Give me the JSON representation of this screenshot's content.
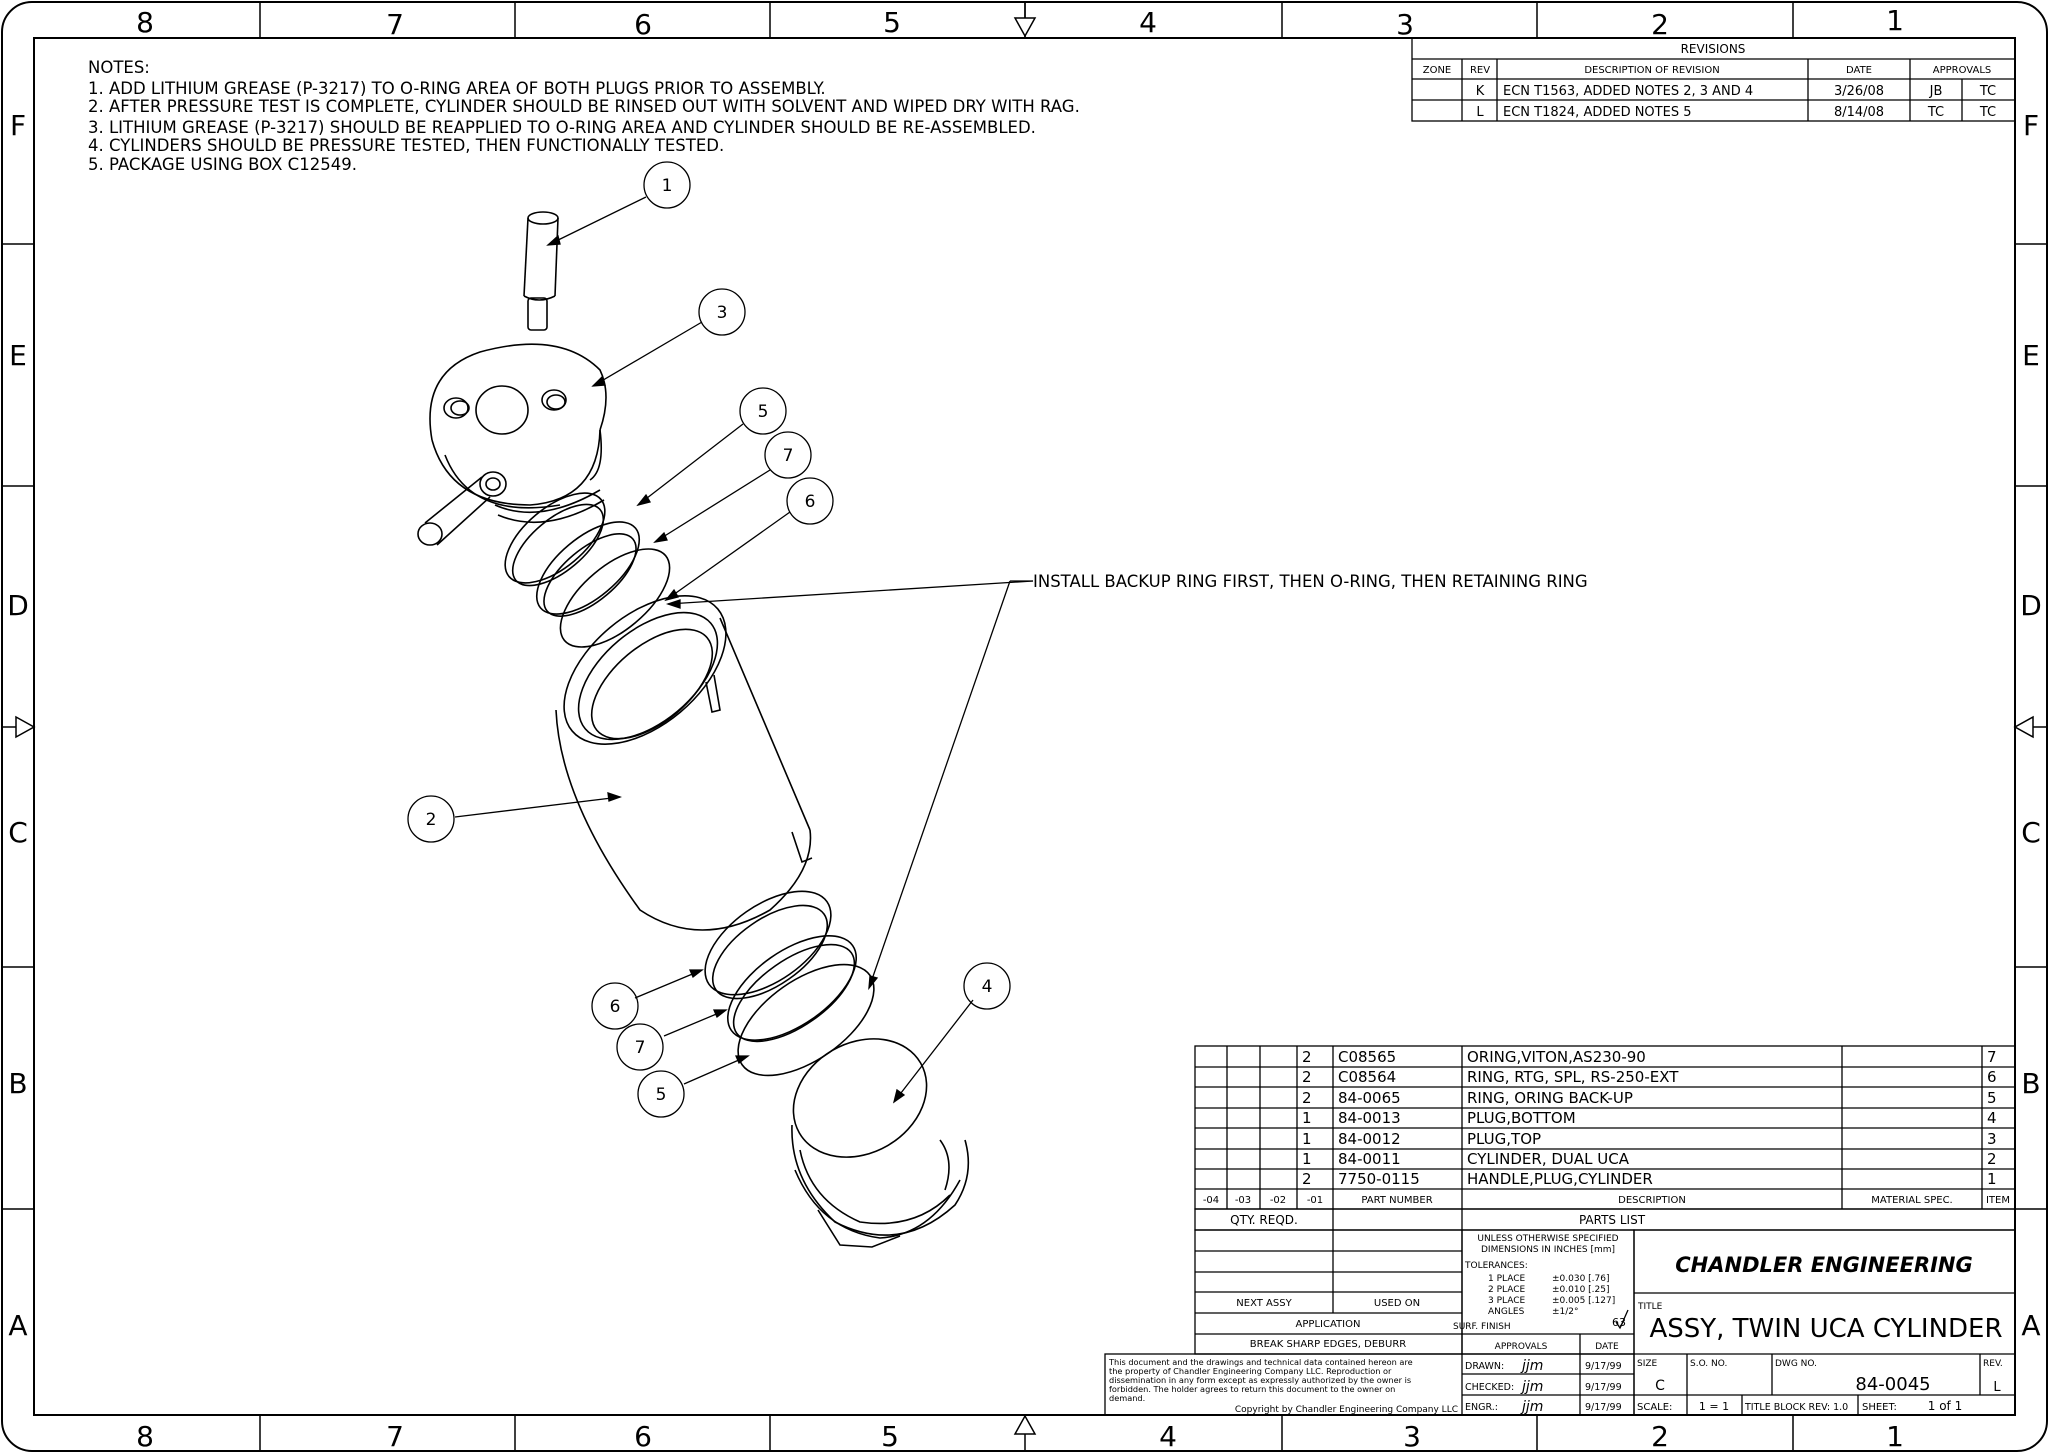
{
  "border": {
    "columns": [
      "8",
      "7",
      "6",
      "5",
      "4",
      "3",
      "2",
      "1"
    ],
    "rows": [
      "F",
      "E",
      "D",
      "C",
      "B",
      "A"
    ]
  },
  "notes": {
    "heading": "NOTES:",
    "items": [
      "1. ADD LITHIUM GREASE (P-3217) TO O-RING AREA OF BOTH PLUGS PRIOR TO ASSEMBLY.",
      "2. AFTER PRESSURE TEST IS COMPLETE, CYLINDER SHOULD BE RINSED OUT WITH SOLVENT AND WIPED DRY WITH RAG.",
      "3. LITHIUM GREASE (P-3217)  SHOULD BE REAPPLIED TO O-RING AREA AND CYLINDER SHOULD BE RE-ASSEMBLED.",
      "4. CYLINDERS SHOULD BE PRESSURE TESTED, THEN FUNCTIONALLY TESTED.",
      "5. PACKAGE USING BOX C12549."
    ]
  },
  "revisions": {
    "title": "REVISIONS",
    "headers": [
      "ZONE",
      "REV",
      "DESCRIPTION OF REVISION",
      "DATE",
      "APPROVALS"
    ],
    "rows": [
      {
        "zone": "",
        "rev": "K",
        "desc": "ECN T1563, ADDED NOTES 2, 3 AND 4",
        "date": "3/26/08",
        "appr1": "JB",
        "appr2": "TC"
      },
      {
        "zone": "",
        "rev": "L",
        "desc": "ECN T1824, ADDED NOTES 5",
        "date": "8/14/08",
        "appr1": "TC",
        "appr2": "TC"
      }
    ]
  },
  "callout_note": "INSTALL BACKUP RING FIRST, THEN O-RING, THEN RETAINING RING",
  "balloons": [
    "1",
    "3",
    "5",
    "7",
    "6",
    "2",
    "6",
    "7",
    "5",
    "4"
  ],
  "parts_list": {
    "rows": [
      {
        "qty": "2",
        "part": "C08565",
        "desc": "ORING,VITON,AS230-90",
        "item": "7"
      },
      {
        "qty": "2",
        "part": "C08564",
        "desc": "RING, RTG, SPL, RS-250-EXT",
        "item": "6"
      },
      {
        "qty": "2",
        "part": "84-0065",
        "desc": "RING, ORING BACK-UP",
        "item": "5"
      },
      {
        "qty": "1",
        "part": "84-0013",
        "desc": "PLUG,BOTTOM",
        "item": "4"
      },
      {
        "qty": "1",
        "part": "84-0012",
        "desc": "PLUG,TOP",
        "item": "3"
      },
      {
        "qty": "1",
        "part": "84-0011",
        "desc": "CYLINDER, DUAL UCA",
        "item": "2"
      },
      {
        "qty": "2",
        "part": "7750-0115",
        "desc": "HANDLE,PLUG,CYLINDER",
        "item": "1"
      }
    ],
    "header": {
      "c04": "-04",
      "c03": "-03",
      "c02": "-02",
      "c01": "-01",
      "part": "PART NUMBER",
      "desc": "DESCRIPTION",
      "material": "MATERIAL SPEC.",
      "item": "ITEM"
    },
    "qty_reqd": "QTY. REQD.",
    "title": "PARTS LIST"
  },
  "title_block": {
    "next_assy": "NEXT ASSY",
    "used_on": "USED ON",
    "application": "APPLICATION",
    "break_edges": "BREAK SHARP EDGES, DEBURR",
    "unless": "UNLESS OTHERWISE SPECIFIED",
    "dimensions": "DIMENSIONS IN INCHES [mm]",
    "tolerances": "TOLERANCES:",
    "tol_rows": [
      {
        "label": "1 PLACE",
        "value": "±0.030 [.76]"
      },
      {
        "label": "2 PLACE",
        "value": "±0.010 [.25]"
      },
      {
        "label": "3 PLACE",
        "value": "±0.005 [.127]"
      },
      {
        "label": "ANGLES",
        "value": "±1/2°"
      },
      {
        "label": "SURF. FINISH",
        "value": "63"
      }
    ],
    "approvals": "APPROVALS",
    "date_h": "DATE",
    "sign_rows": [
      {
        "label": "DRAWN:",
        "initials": "jjm",
        "date": "9/17/99"
      },
      {
        "label": "CHECKED:",
        "initials": "jjm",
        "date": "9/17/99"
      },
      {
        "label": "ENGR.:",
        "initials": "jjm",
        "date": "9/17/99"
      }
    ],
    "company": "CHANDLER ENGINEERING",
    "title_label": "TITLE",
    "title": "ASSY, TWIN UCA CYLINDER",
    "size_label": "SIZE",
    "size": "C",
    "so_label": "S.O. NO.",
    "dwg_label": "DWG NO.",
    "dwg_no": "84-0045",
    "rev_label": "REV.",
    "rev": "L",
    "scale_label": "SCALE:",
    "scale": "1 = 1",
    "tb_rev": "TITLE BLOCK REV: 1.0",
    "sheet_label": "SHEET:",
    "sheet": "1 of 1",
    "disclaimer": [
      "This document and the drawings and technical data contained hereon are",
      "the property of Chandler Engineering Company LLC.  Reproduction or",
      "dissemination in any form except as expressly authorized by the owner is",
      "forbidden.  The holder agrees to return this document to the owner on",
      "demand."
    ],
    "copyright": "Copyright by Chandler Engineering Company LLC"
  }
}
